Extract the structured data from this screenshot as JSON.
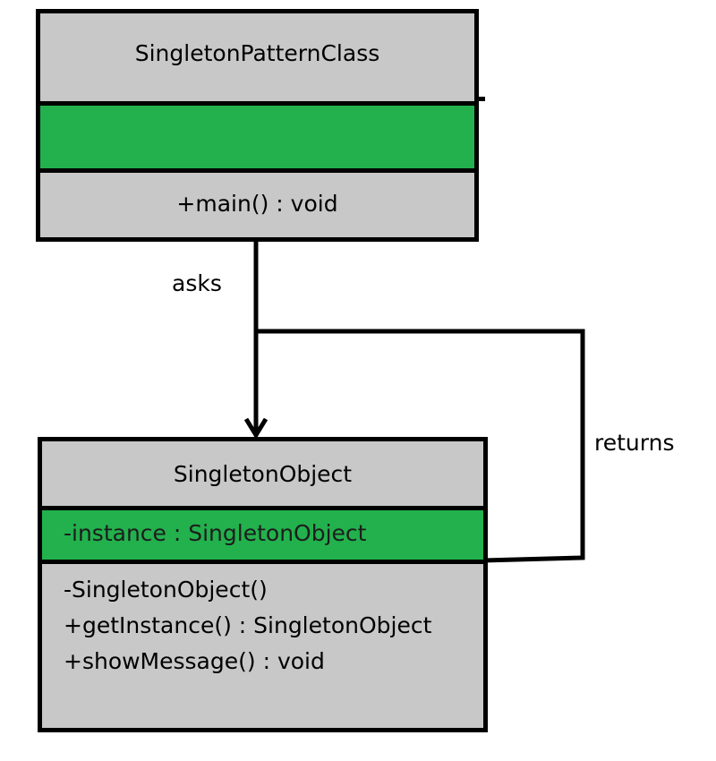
{
  "pattern_class": {
    "name": "SingletonPatternClass",
    "attributes": [],
    "methods": [
      "+main() : void"
    ]
  },
  "singleton_object": {
    "name": "SingletonObject",
    "attributes": [
      "-instance : SingletonObject"
    ],
    "methods": [
      "-SingletonObject()",
      "+getInstance() : SingletonObject",
      "+showMessage() : void"
    ]
  },
  "edges": {
    "asks": "asks",
    "returns": "returns"
  },
  "colors": {
    "compartment_gray": "#c8c8c8",
    "attribute_green": "#22b14c",
    "line": "#000000"
  }
}
